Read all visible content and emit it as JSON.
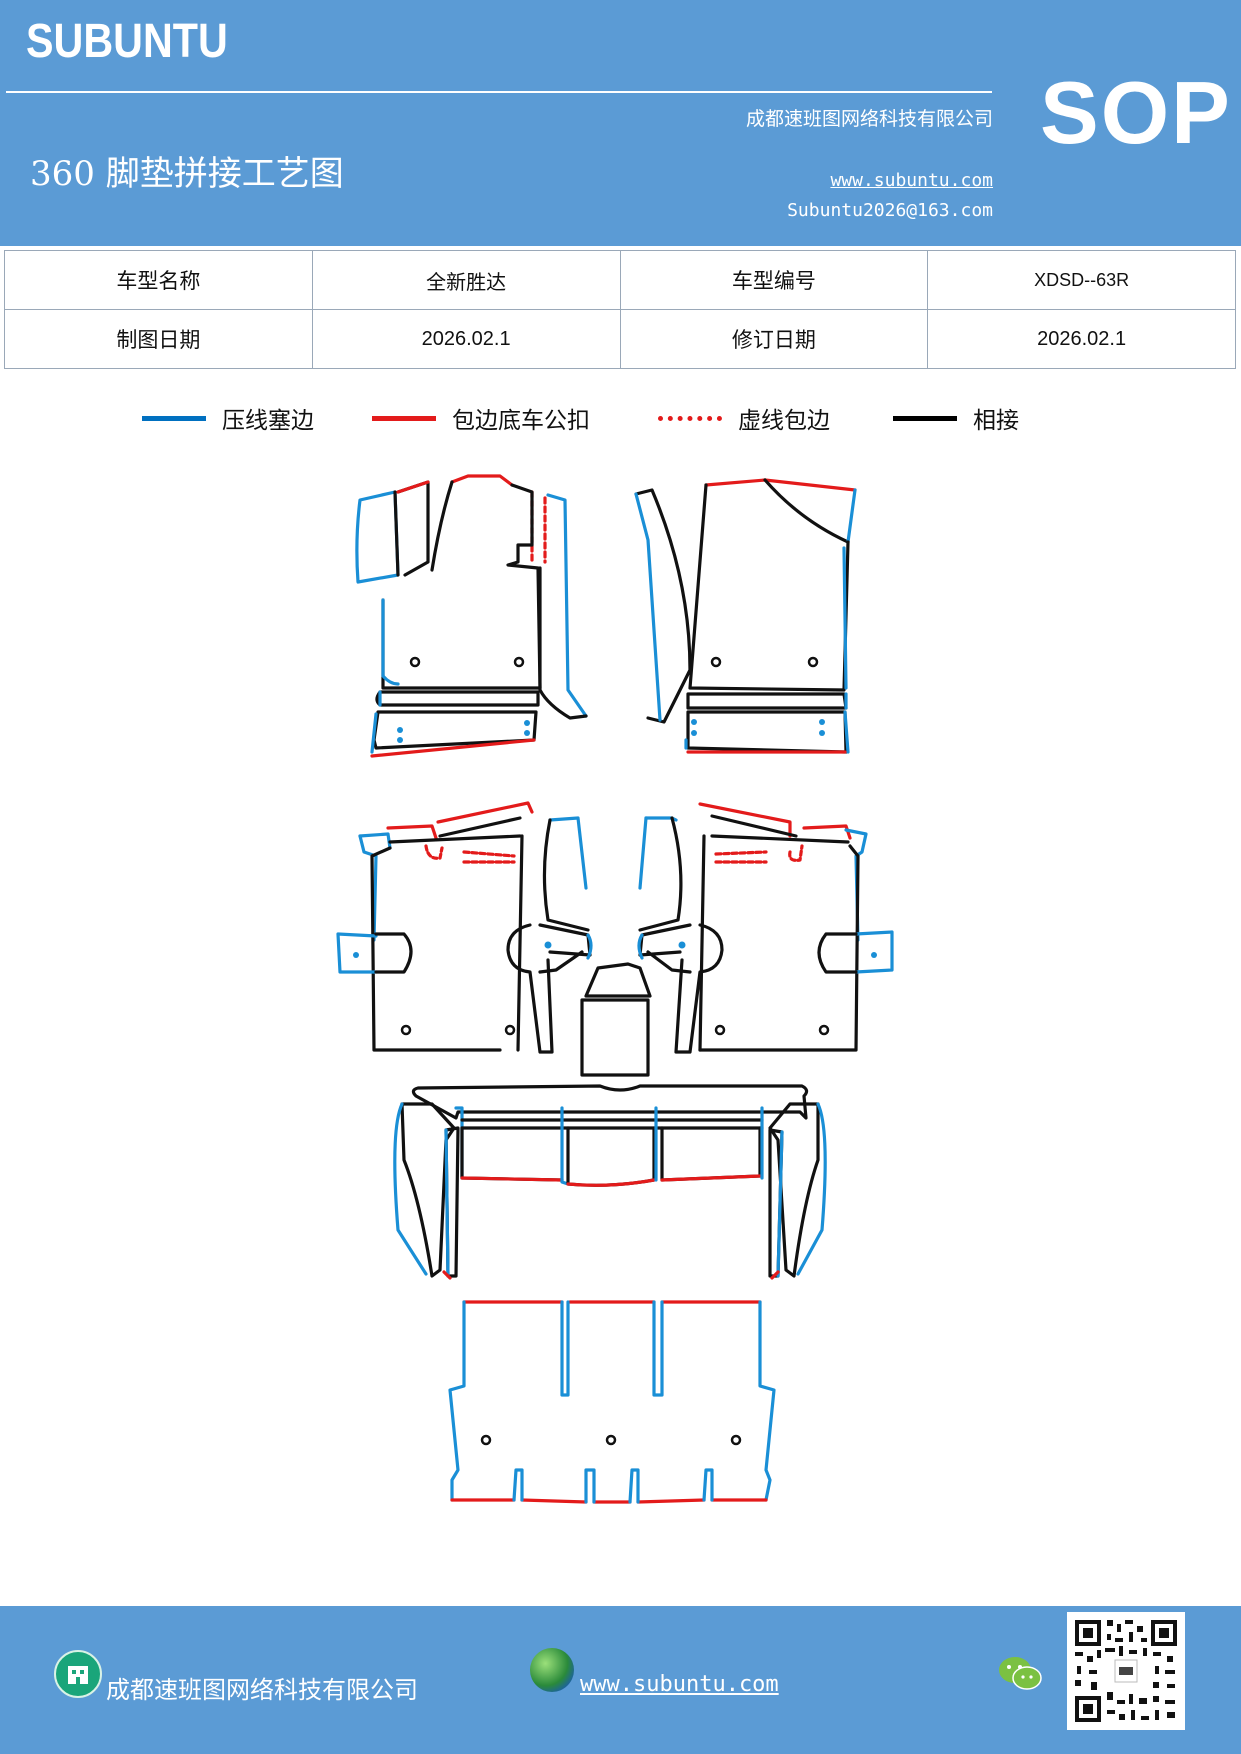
{
  "header": {
    "brand": "SUBUNTU",
    "company": "成都速班图网络科技有限公司",
    "title": "360 脚垫拼接工艺图",
    "website": "www.subuntu.com",
    "email": "Subuntu2026@163.com",
    "badge": "SOP"
  },
  "info_table": {
    "rows": [
      [
        "车型名称",
        "全新胜达",
        "车型编号",
        "XDSD--63R"
      ],
      [
        "制图日期",
        "2026.02.1",
        "修订日期",
        "2026.02.1"
      ]
    ]
  },
  "legend": {
    "items": [
      {
        "label": "压线塞边",
        "color": "#0070c0",
        "style": "solid"
      },
      {
        "label": "包边底车公扣",
        "color": "#e31b1b",
        "style": "solid"
      },
      {
        "label": "虚线包边",
        "color": "#e31b1b",
        "style": "dotted"
      },
      {
        "label": "相接",
        "color": "#000000",
        "style": "solid"
      }
    ]
  },
  "colors": {
    "header_bg": "#5b9bd5",
    "blue_edge": "#1a8fd6",
    "red_edge": "#e31b1b",
    "black_edge": "#111111"
  },
  "footer": {
    "company": "成都速班图网络科技有限公司",
    "website": "www.subuntu.com",
    "icons": [
      "building-icon",
      "globe-icon",
      "wechat-icon",
      "qr-code"
    ]
  }
}
